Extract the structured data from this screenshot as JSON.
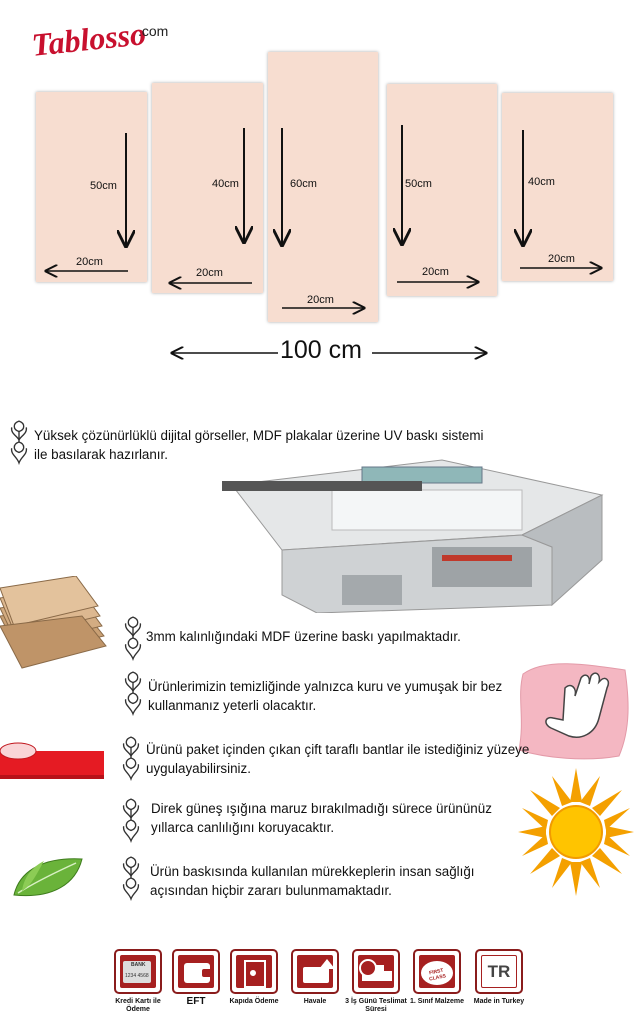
{
  "brand": {
    "logo_text": "Tablosso",
    "logo_suffix": ".com"
  },
  "panels": [
    {
      "height_label": "50cm",
      "width_label": "20cm"
    },
    {
      "height_label": "40cm",
      "width_label": "20cm"
    },
    {
      "height_label": "60cm",
      "width_label": "20cm"
    },
    {
      "height_label": "50cm",
      "width_label": "20cm"
    },
    {
      "height_label": "40cm",
      "width_label": "20cm"
    }
  ],
  "total_width": "100 cm",
  "features": [
    {
      "text_line1": "Yüksek çözünürlüklü dijital görseller, MDF plakalar üzerine UV baskı sistemi",
      "text_line2": "ile basılarak hazırlanır."
    },
    {
      "text_line1": "3mm kalınlığındaki MDF üzerine baskı yapılmaktadır.",
      "text_line2": ""
    },
    {
      "text_line1": "Ürünlerimizin temizliğinde yalnızca kuru ve yumuşak bir bez",
      "text_line2": "kullanmanız yeterli olacaktır."
    },
    {
      "text_line1": "Ürünü paket içinden çıkan çift taraflı bantlar ile istediğiniz yüzeye",
      "text_line2": "uygulayabilirsiniz."
    },
    {
      "text_line1": "Direk güneş ışığına maruz bırakılmadığı sürece ürününüz",
      "text_line2": "yıllarca canlılığını koruyacaktır."
    },
    {
      "text_line1": "Ürün baskısında kullanılan mürekkeplerin insan sağlığı",
      "text_line2": "açısından hiçbir zararı bulunmamaktadır."
    }
  ],
  "badges": [
    {
      "label": "Kredi Kartı ile Ödeme",
      "icon_text": "BANK",
      "card_number": "1234 4568",
      "icon": "credit-card-icon"
    },
    {
      "label": "EFT",
      "icon": "wallet-icon"
    },
    {
      "label": "Kapıda Ödeme",
      "icon": "door-delivery-icon"
    },
    {
      "label": "Havale",
      "icon": "money-transfer-icon"
    },
    {
      "label": "3 İş Günü Teslimat Süresi",
      "icon": "delivery-truck-icon"
    },
    {
      "label": "1. Sınıf Malzeme",
      "icon_text": "FIRST CLASS",
      "icon": "first-class-stamp-icon"
    },
    {
      "label": "Made in Turkey",
      "icon_text": "TR",
      "icon": "tr-flag-icon"
    }
  ],
  "colors": {
    "panel": "#f7ddd0",
    "badge_red": "#a62020",
    "logo_red": "#c8102e",
    "tape_red": "#e51b23"
  }
}
